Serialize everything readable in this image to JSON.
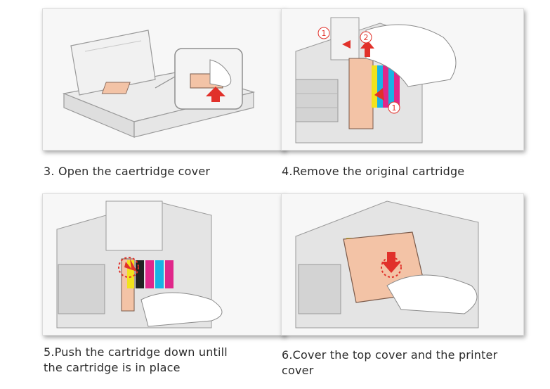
{
  "steps": [
    {
      "number": "3",
      "caption": "3. Open the caertridge cover"
    },
    {
      "number": "4",
      "caption": "4.Remove the original cartridge",
      "markers": [
        "1",
        "2",
        "1"
      ]
    },
    {
      "number": "5",
      "caption_line1": "5.Push the cartridge down untill",
      "caption_line2": "the cartridge is in place"
    },
    {
      "number": "6",
      "caption_line1": "6.Cover the top cover and the printer",
      "caption_line2": "cover"
    }
  ],
  "colors": {
    "arrow_red": "#e1312a",
    "cartridge_peach": "#f3c3a6",
    "ink_yellow": "#f2e21c",
    "ink_cyan": "#19b3e4",
    "ink_magenta": "#e0278a",
    "ink_black": "#222222"
  }
}
